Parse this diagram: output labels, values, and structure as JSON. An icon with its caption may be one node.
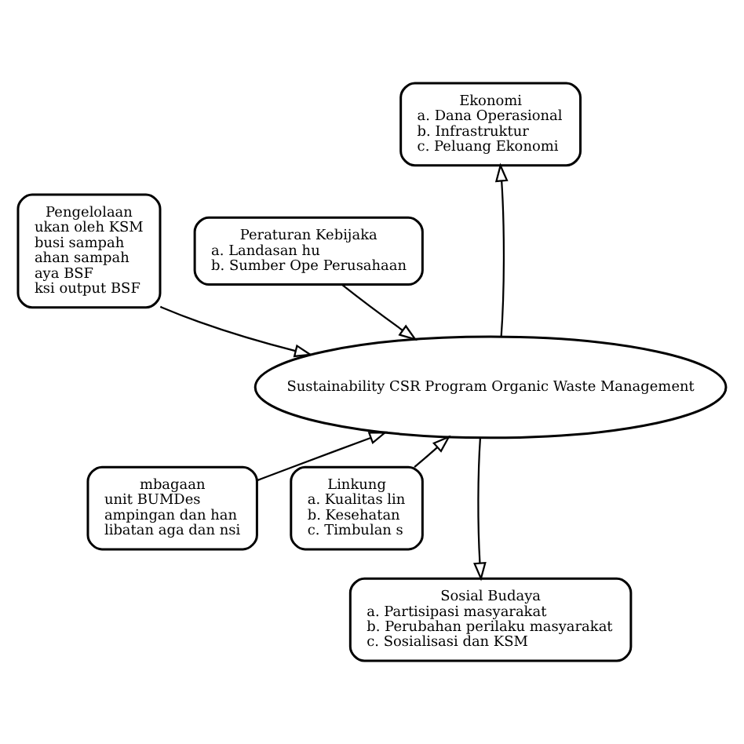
{
  "diagram": {
    "nodes": [
      {
        "text": [
          "Ekonomi",
          "a. Dana Operasional",
          "b. Infrastruktur",
          "c. Peluang Ekonomi"
        ]
      },
      {
        "text": [
          "Pengelolaan",
          "ukan oleh KSM",
          "busi sampah",
          "ahan sampah",
          "aya BSF",
          "ksi output BSF"
        ]
      },
      {
        "text": [
          "Peraturan Kebijaka",
          "a. Landasan hu",
          "b. Sumber Ope Perusahaan"
        ]
      },
      {
        "text": [
          "Sustainability CSR Program Organic Waste Management"
        ]
      },
      {
        "text": [
          "mbagaan",
          "unit BUMDes",
          "ampingan dan han",
          "libatan aga dan nsi"
        ]
      },
      {
        "text": [
          "Linkung",
          "a. Kualitas lin",
          "b. Kesehatan",
          "c. Timbulan s"
        ]
      },
      {
        "text": [
          "Sosial Budaya",
          "a. Partisipasi masyarakat",
          "b. Perubahan perilaku masyarakat",
          "c. Sosialisasi dan KSM"
        ]
      }
    ],
    "edges": [
      {
        "from": 3,
        "to": 0,
        "arrow": "to"
      },
      {
        "from": 1,
        "to": 3,
        "arrow": "to"
      },
      {
        "from": 2,
        "to": 3,
        "arrow": "to"
      },
      {
        "from": 4,
        "to": 3,
        "arrow": "to"
      },
      {
        "from": 5,
        "to": 3,
        "arrow": "to"
      },
      {
        "from": 3,
        "to": 6,
        "arrow": "to"
      }
    ]
  }
}
